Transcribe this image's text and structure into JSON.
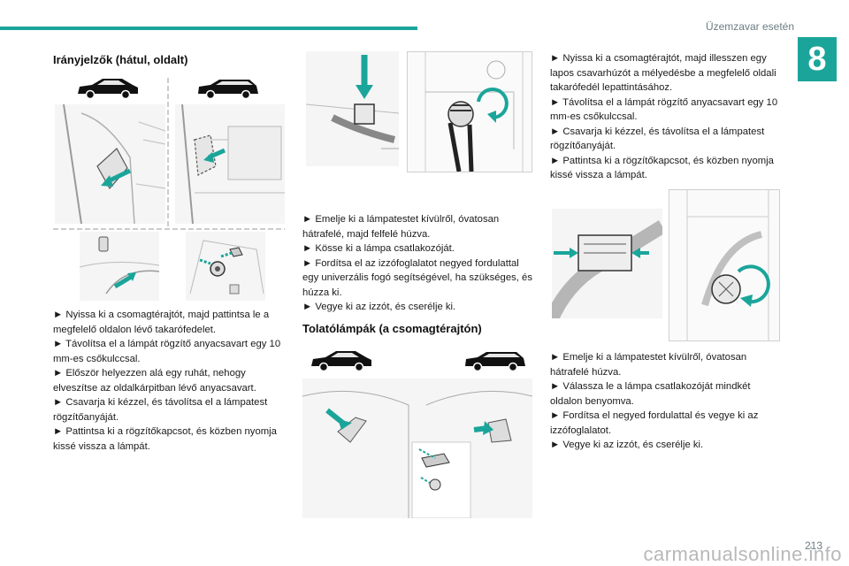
{
  "header": {
    "section": "Üzemzavar esetén",
    "chapter": "8",
    "accent": "#1ba59a"
  },
  "col1": {
    "title": "Irányjelzők (hátul, oldalt)",
    "steps": [
      "► Nyissa ki a csomagtérajtót, majd pattintsa le a megfelelő oldalon lévő takarófedelet.",
      "► Távolítsa el a lámpát rögzítő anyacsavart egy 10 mm-es csőkulccsal.",
      "► Először helyezzen alá egy ruhát, nehogy elveszítse az oldalkárpitban lévő anyacsavart.",
      "► Csavarja ki kézzel, és távolítsa el a lámpatest rögzítőanyáját.",
      "► Pattintsa ki a rögzítőkapcsot, és közben nyomja kissé vissza a lámpát."
    ]
  },
  "col2": {
    "steps": [
      "► Emelje ki a lámpatestet kívülről, óvatosan hátrafelé, majd felfelé húzva.",
      "► Kösse ki a lámpa csatlakozóját.",
      "► Fordítsa el az izzófoglalatot negyed fordulattal egy univerzális fogó segítségével, ha szükséges, és húzza ki.",
      "► Vegye ki az izzót, és cserélje ki."
    ],
    "title": "Tolatólámpák (a csomagtérajtón)"
  },
  "col3": {
    "steps_top": [
      "► Nyissa ki a csomagtérajtót, majd illesszen egy lapos csavarhúzót a mélyedésbe a megfelelő oldali takarófedél lepattintásához.",
      "► Távolítsa el a lámpát rögzítő anyacsavart egy 10 mm-es csőkulccsal.",
      "► Csavarja ki kézzel, és távolítsa el a lámpatest rögzítőanyáját.",
      "► Pattintsa ki a rögzítőkapcsot, és közben nyomja kissé vissza a lámpát."
    ],
    "steps_bottom": [
      "► Emelje ki a lámpatestet kívülről, óvatosan hátrafelé húzva.",
      "► Válassza le a lámpa csatlakozóját mindkét oldalon benyomva.",
      "► Fordítsa el negyed fordulattal és vegye ki az izzófoglalatot.",
      "► Vegye ki az izzót, és cserélje ki."
    ]
  },
  "footer": {
    "page": "213",
    "watermark": "carmanualsonline.info"
  }
}
